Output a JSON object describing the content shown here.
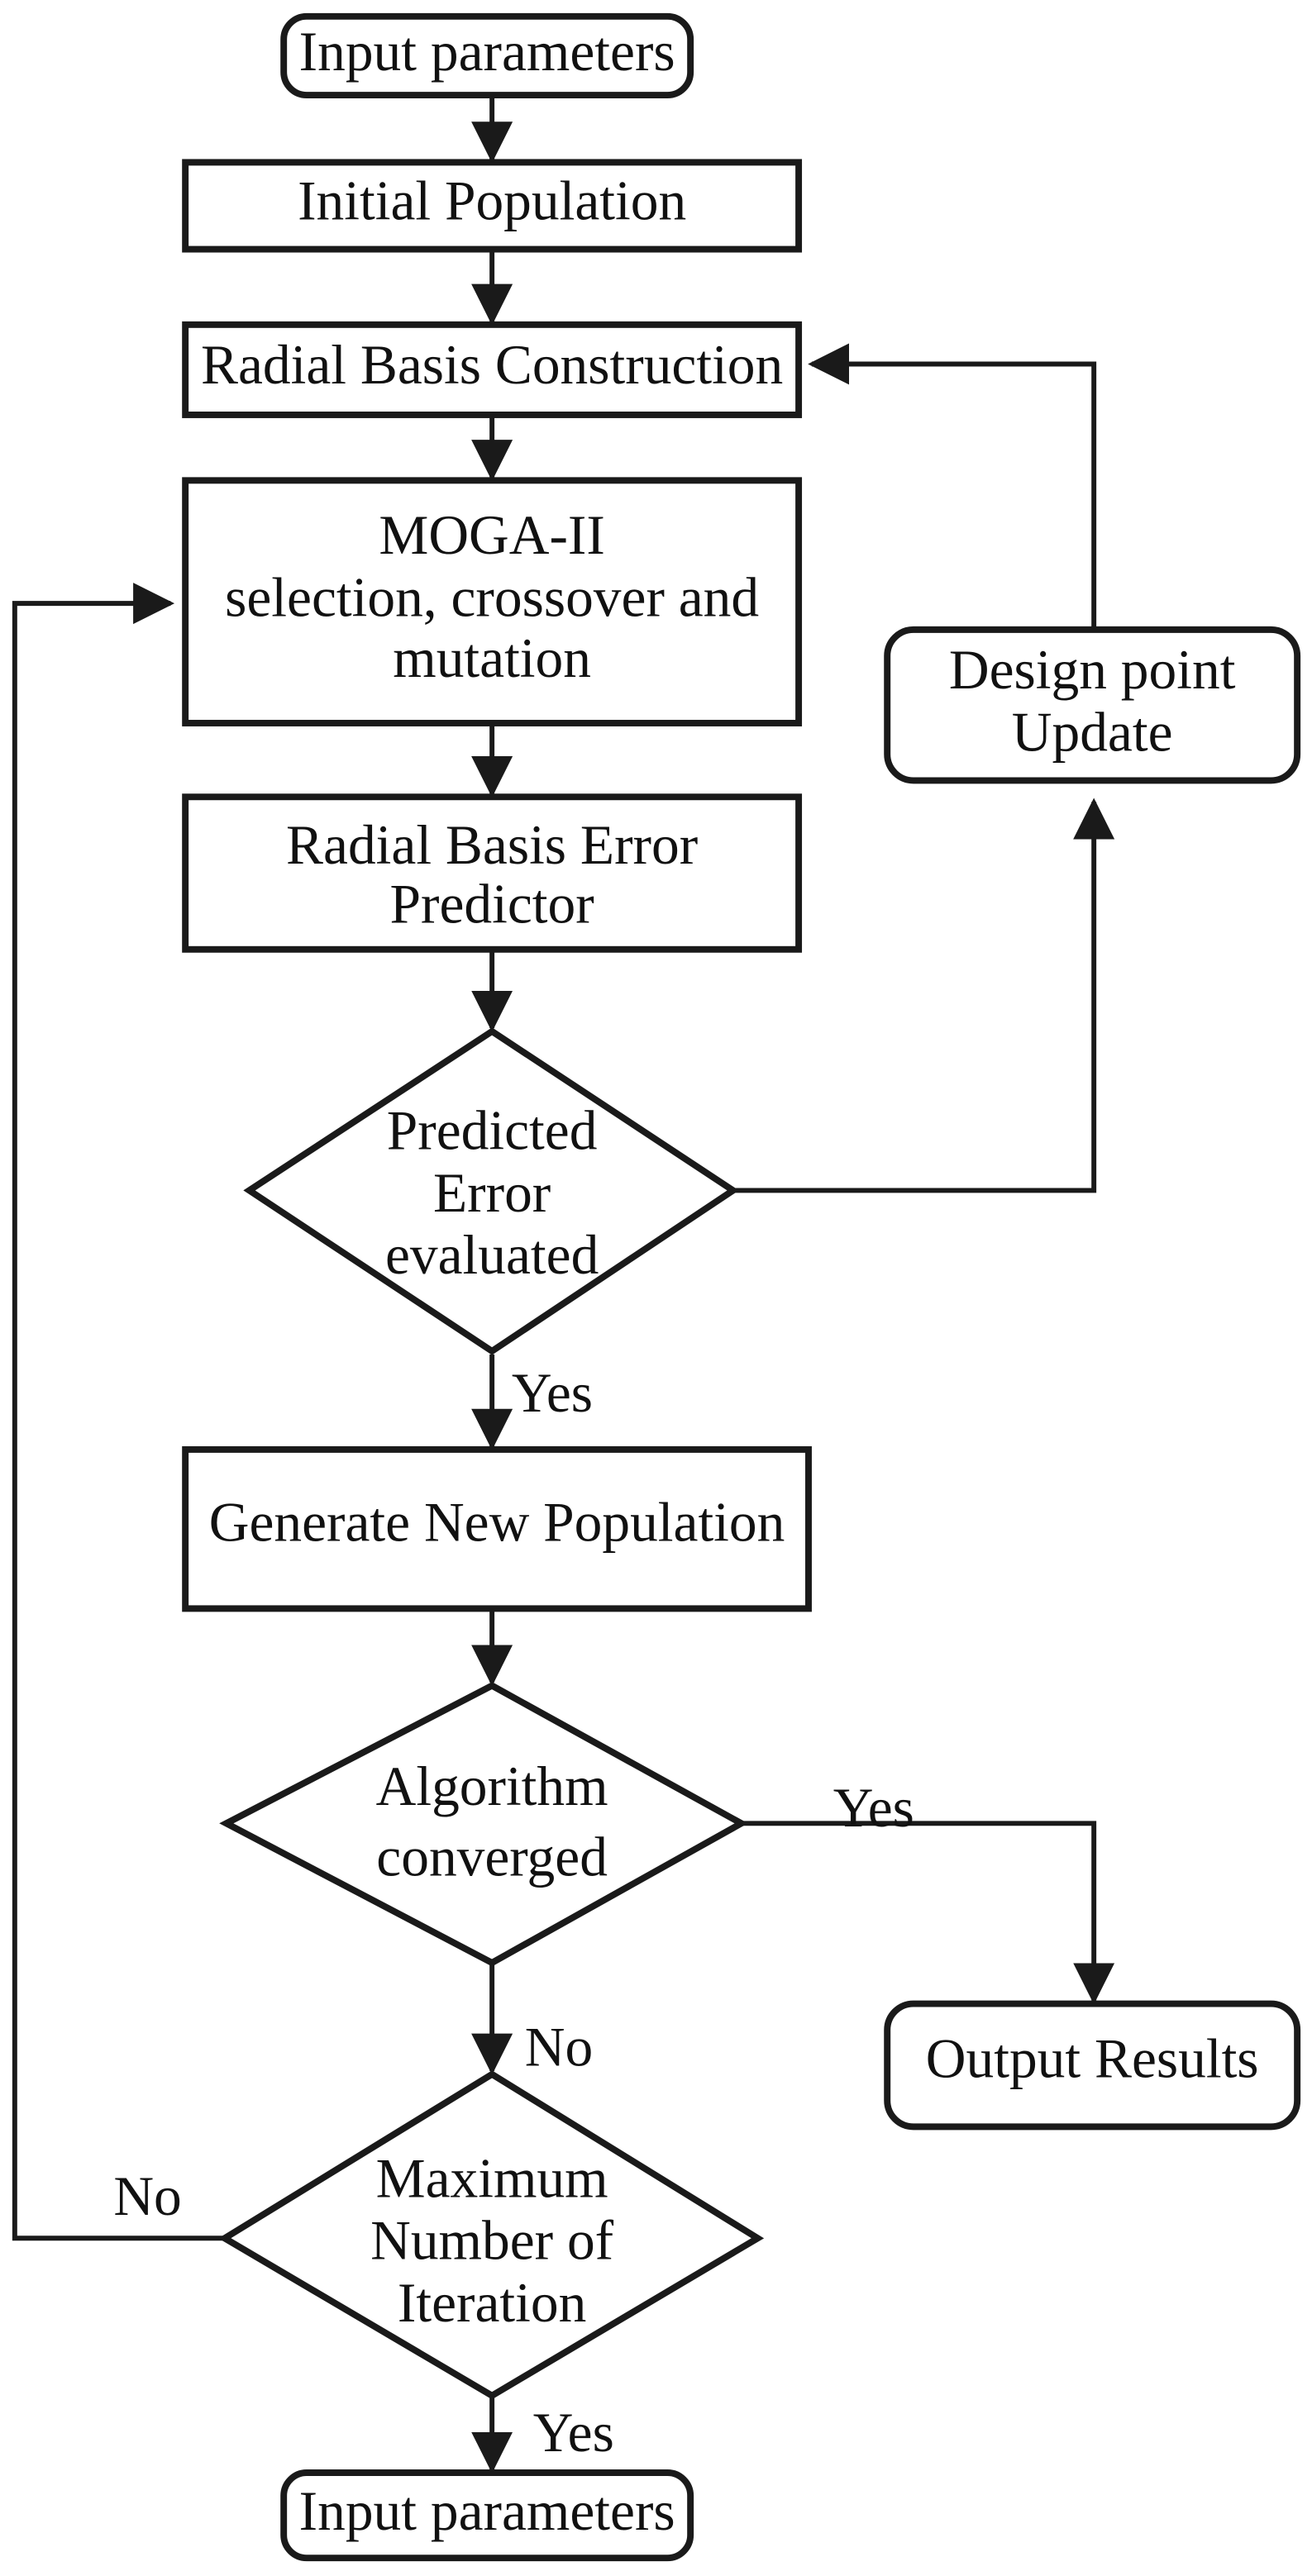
{
  "diagram": {
    "type": "flowchart",
    "title": "MOGA-II with Radial Basis Function surrogate optimization flowchart",
    "nodes": [
      {
        "id": "input-parameters-top",
        "shape": "rounded-rectangle",
        "label": "Input parameters"
      },
      {
        "id": "initial-population",
        "shape": "rectangle",
        "label": "Initial Population"
      },
      {
        "id": "radial-basis-construction",
        "shape": "rectangle",
        "label": "Radial Basis Construction"
      },
      {
        "id": "moga-ii",
        "shape": "rectangle",
        "label_line1": "MOGA-II",
        "label_line2": "selection, crossover and",
        "label_line3": "mutation"
      },
      {
        "id": "radial-basis-error-predictor",
        "shape": "rectangle",
        "label_line1": "Radial Basis  Error",
        "label_line2": "Predictor"
      },
      {
        "id": "predicted-error-evaluated",
        "shape": "diamond",
        "label_line1": "Predicted",
        "label_line2": "Error",
        "label_line3": "evaluated"
      },
      {
        "id": "design-point-update",
        "shape": "rounded-rectangle",
        "label_line1": "Design point",
        "label_line2": "Update"
      },
      {
        "id": "generate-new-population",
        "shape": "rectangle",
        "label": "Generate New Population"
      },
      {
        "id": "algorithm-converged",
        "shape": "diamond",
        "label_line1": "Algorithm",
        "label_line2": "converged"
      },
      {
        "id": "output-results",
        "shape": "rounded-rectangle",
        "label": "Output Results"
      },
      {
        "id": "maximum-number-of-iteration",
        "shape": "diamond",
        "label_line1": "Maximum",
        "label_line2": "Number of",
        "label_line3": "Iteration"
      },
      {
        "id": "input-parameters-bottom",
        "shape": "rounded-rectangle",
        "label": "Input parameters"
      }
    ],
    "edge_labels": {
      "predicted_error_yes": "Yes",
      "algorithm_converged_yes": "Yes",
      "algorithm_converged_no": "No",
      "maximum_iteration_no": "No",
      "maximum_iteration_yes": "Yes"
    },
    "colors": {
      "stroke": "#1a1a1a",
      "fill": "#ffffff",
      "text": "#111111"
    }
  }
}
